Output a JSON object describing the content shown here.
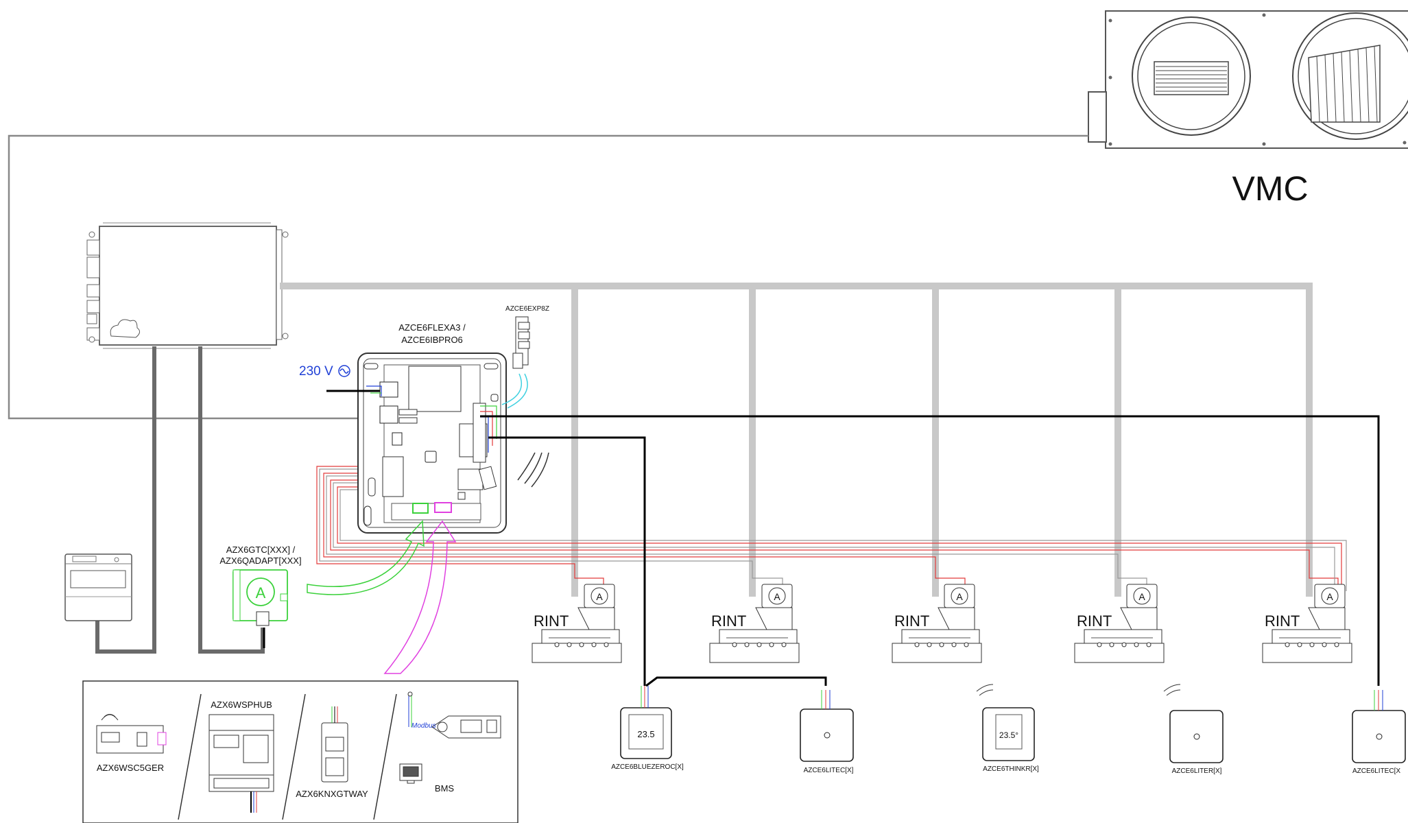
{
  "vmc": {
    "label": "VMC"
  },
  "controller": {
    "label_line1": "AZCE6FLEXA3 /",
    "label_line2": "AZCE6IBPRO6"
  },
  "power": {
    "label": "230 V"
  },
  "expansion": {
    "label": "AZCE6EXP8Z"
  },
  "gateway": {
    "label_line1": "AZX6GTC[XXX] /",
    "label_line2": "AZX6QADAPT[XXX]"
  },
  "rint": {
    "label": "RINT"
  },
  "accessories": {
    "wsc": "AZX6WSC5GER",
    "hub": "AZX6WSPHUB",
    "knx": "AZX6KNXGTWAY",
    "bms": "BMS",
    "modbus": "Modbus"
  },
  "thermostats": [
    {
      "label": "AZCE6BLUEZEROC[X]",
      "display": "23.5"
    },
    {
      "label": "AZCE6LITEC[X]"
    },
    {
      "label": "AZCE6THINKR[X]",
      "display": "23.5°"
    },
    {
      "label": "AZCE6LITER[X]"
    },
    {
      "label": "AZCE6LITEC[X"
    }
  ],
  "colors": {
    "duct": "#c8c8c8",
    "outline": "#555555",
    "cable": "#000000",
    "bus_red": "#e23a3a",
    "green_arrow": "#3bd13b",
    "magenta_arrow": "#e040e0",
    "cyan": "#3fd0e0",
    "voltage": "#1f3fd6"
  }
}
